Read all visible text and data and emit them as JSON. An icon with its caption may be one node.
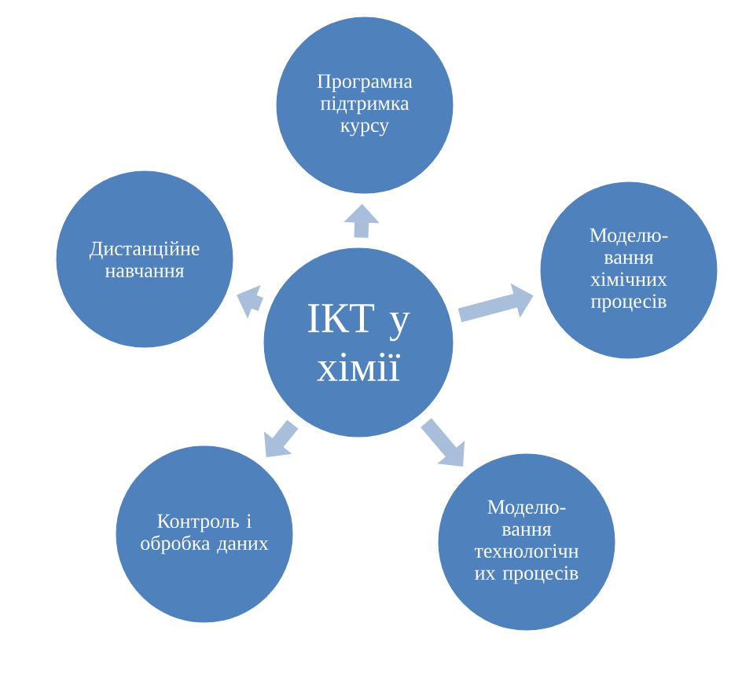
{
  "diagram": {
    "nodes": [
      {
        "text": [
          "ІКТ у хімії"
        ]
      },
      {
        "text": [
          "Програмна підтримка курсу"
        ]
      },
      {
        "text": [
          "Моделю- вання хімічних процесів"
        ]
      },
      {
        "text": [
          "Моделю- вання технологічн их процесів"
        ]
      },
      {
        "text": [
          "Контроль і обробка даних"
        ]
      },
      {
        "text": [
          "Дистанційне навчання"
        ]
      }
    ],
    "edges": [
      {
        "from": 0,
        "to": 1,
        "arrow": "to"
      },
      {
        "from": 0,
        "to": 2,
        "arrow": "to"
      },
      {
        "from": 0,
        "to": 3,
        "arrow": "to"
      },
      {
        "from": 0,
        "to": 4,
        "arrow": "to"
      },
      {
        "from": 0,
        "to": 5,
        "arrow": "to"
      }
    ]
  }
}
